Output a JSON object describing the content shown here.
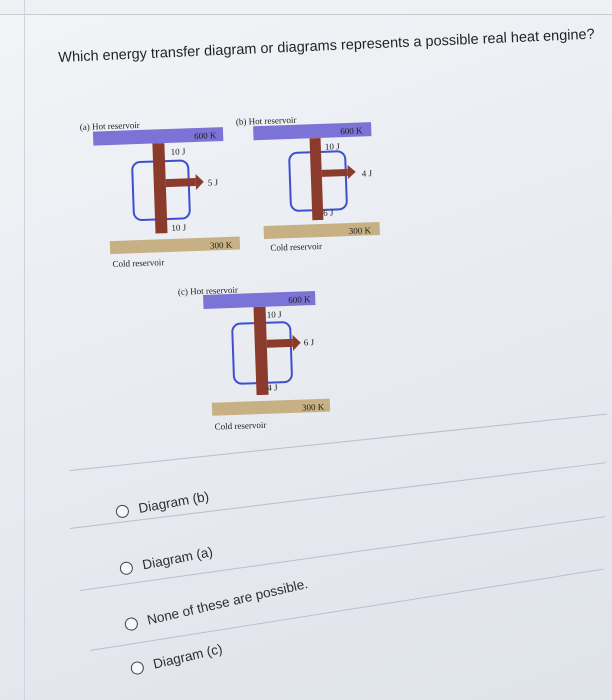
{
  "question": "Which energy transfer diagram or diagrams represents a possible real heat engine?",
  "diagrams": {
    "a": {
      "title": "(a) Hot reservoir",
      "hot_temp": "600 K",
      "q_in": "10 J",
      "work": "5 J",
      "q_out": "10 J",
      "cold_temp": "300 K",
      "cold_label": "Cold reservoir"
    },
    "b": {
      "title": "(b) Hot reservoir",
      "hot_temp": "600 K",
      "q_in": "10 J",
      "work": "4 J",
      "q_out": "6 J",
      "cold_temp": "300 K",
      "cold_label": "Cold reservoir"
    },
    "c": {
      "title": "(c) Hot reservoir",
      "hot_temp": "600 K",
      "q_in": "10 J",
      "work": "6 J",
      "q_out": "4 J",
      "cold_temp": "300 K",
      "cold_label": "Cold reservoir"
    }
  },
  "options": [
    {
      "label": "Diagram (b)"
    },
    {
      "label": "Diagram (a)"
    },
    {
      "label": "None of these are possible."
    },
    {
      "label": "Diagram (c)"
    }
  ],
  "colors": {
    "hot": "#7b73d6",
    "cold": "#c7b184",
    "flow": "#8b3b2c",
    "engine": "#3f4fd0"
  }
}
